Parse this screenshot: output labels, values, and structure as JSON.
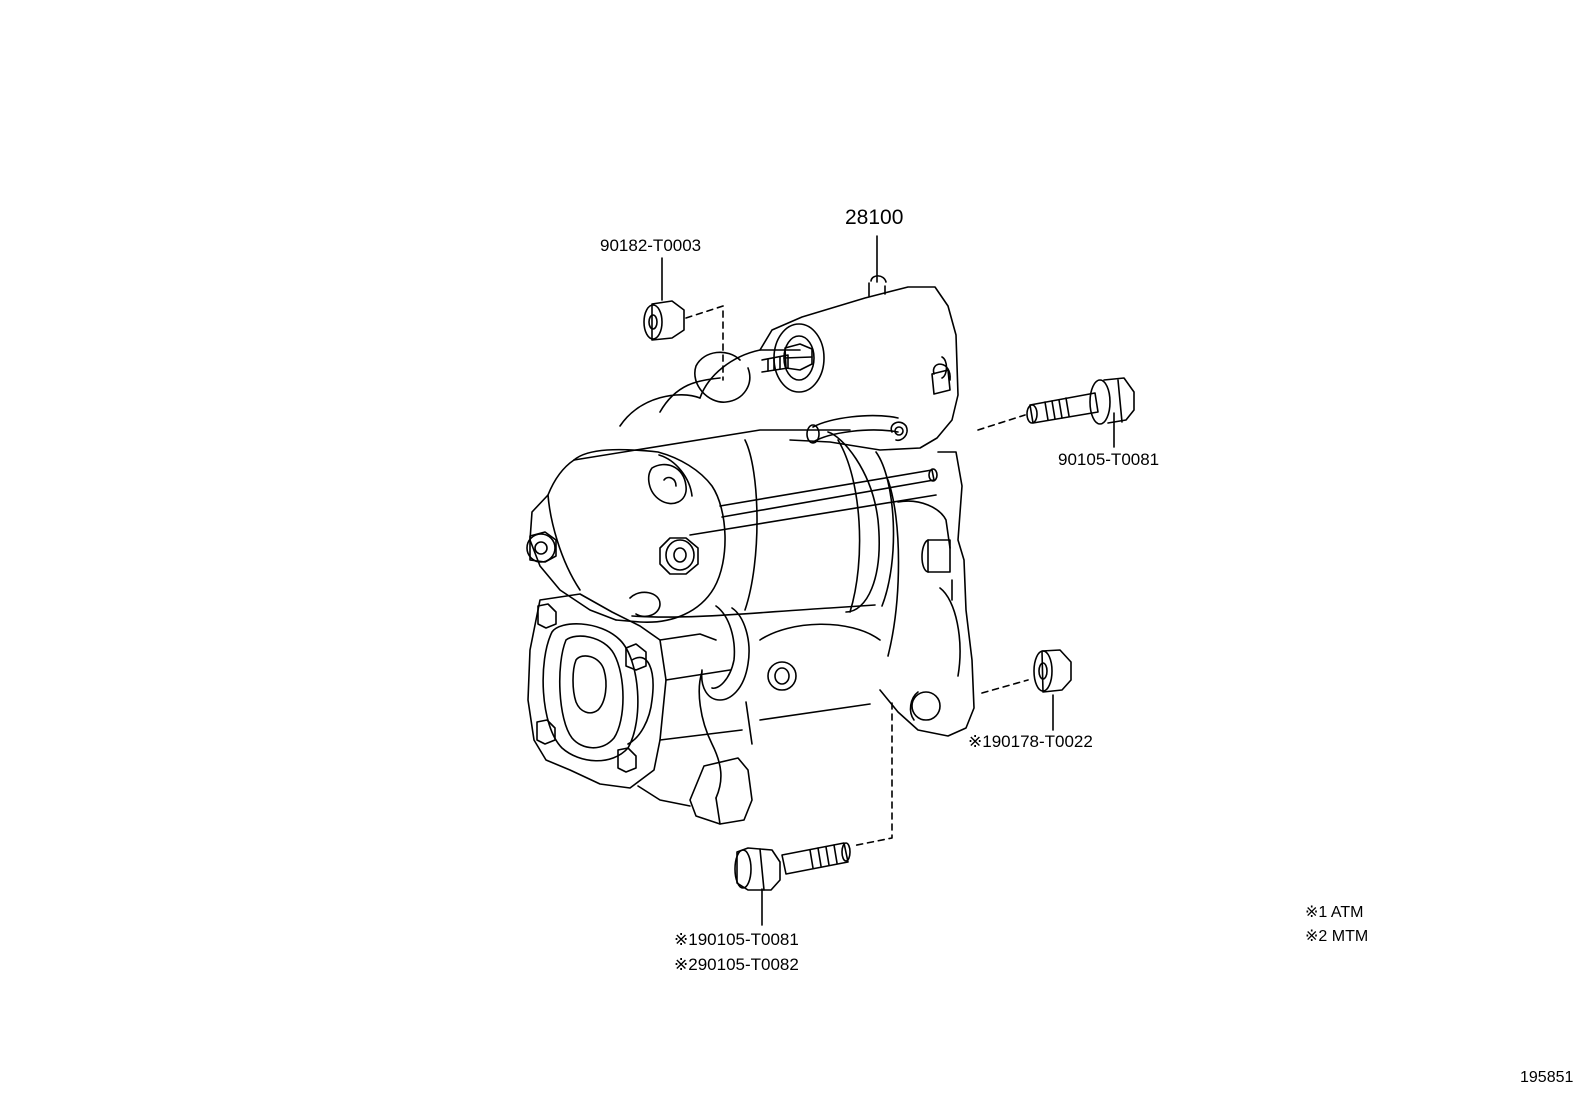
{
  "diagram": {
    "diagram_id": "195851",
    "parts": {
      "starter": "28100",
      "terminal_nut": "90182-T0003",
      "upper_bolt": "90105-T0081",
      "lower_nut": "90178-T0022",
      "lower_bolt_atm": "90105-T0081",
      "lower_bolt_mtm": "90105-T0082"
    },
    "markers": {
      "m1": "※1",
      "m2": "※2"
    },
    "legend": [
      {
        "marker": "※1",
        "label": "ATM"
      },
      {
        "marker": "※2",
        "label": "MTM"
      }
    ]
  }
}
